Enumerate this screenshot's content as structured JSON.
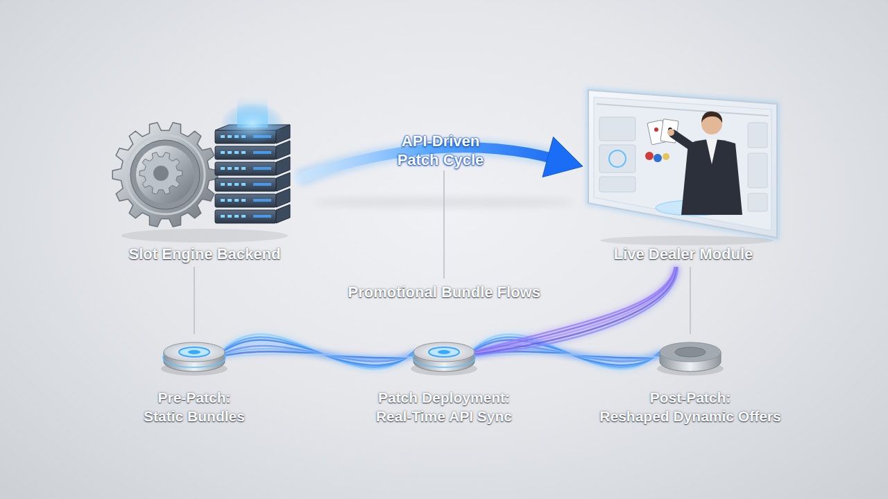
{
  "diagram": {
    "nodes": [
      {
        "text": [
          "Slot Engine Backend"
        ]
      },
      {
        "text": [
          "Live Dealer Module"
        ]
      },
      {
        "text": [
          "Pre-Patch:",
          "Static Bundles"
        ]
      },
      {
        "text": [
          "Patch Deployment:",
          "Real-Time API Sync"
        ]
      },
      {
        "text": [
          "Post-Patch:",
          "Reshaped Dynamic Offers"
        ]
      }
    ],
    "edges": [
      {
        "from": 0,
        "to": 1,
        "arrow": "to",
        "label": "API-Driven Patch Cycle"
      },
      {
        "from": 2,
        "to": 3,
        "arrow": "none"
      },
      {
        "from": 3,
        "to": 4,
        "arrow": "none"
      },
      {
        "from": 1,
        "to": 3,
        "arrow": "none"
      },
      {
        "from": 0,
        "to": 2,
        "arrow": "none"
      },
      {
        "from": 1,
        "to": 4,
        "arrow": "none"
      }
    ],
    "labels": [
      "Promotional Bundle Flows"
    ]
  }
}
